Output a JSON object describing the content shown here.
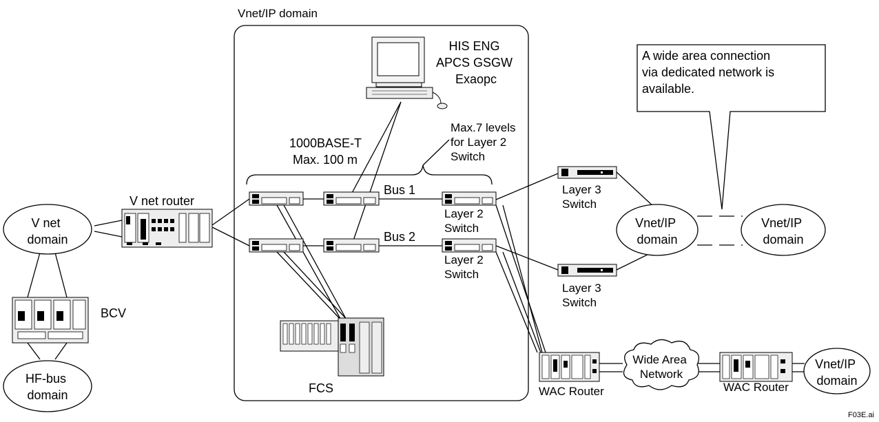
{
  "title": "Vnet/IP domain",
  "workstation": {
    "lines": [
      "HIS ENG",
      "APCS GSGW",
      "Exaopc"
    ]
  },
  "cable": {
    "lines": [
      "1000BASE-T",
      "Max. 100 m"
    ]
  },
  "levels_note": {
    "lines": [
      "Max.7 levels",
      "for Layer 2",
      "Switch"
    ]
  },
  "bus1": "Bus 1",
  "bus2": "Bus 2",
  "layer2_switch_1": [
    "Layer 2",
    "Switch"
  ],
  "layer2_switch_2": [
    "Layer 2",
    "Switch"
  ],
  "layer3_switch_1": [
    "Layer 3",
    "Switch"
  ],
  "layer3_switch_2": [
    "Layer 3",
    "Switch"
  ],
  "vnet_router": "V net router",
  "vnet_domain": [
    "V net",
    "domain"
  ],
  "bcv": "BCV",
  "hfbus_domain": [
    "HF-bus",
    "domain"
  ],
  "fcs": "FCS",
  "vnetip_domain_a": [
    "Vnet/IP",
    "domain"
  ],
  "vnetip_domain_b": [
    "Vnet/IP",
    "domain"
  ],
  "vnetip_domain_c": [
    "Vnet/IP",
    "domain"
  ],
  "callout": {
    "lines": [
      "A wide area connection",
      "via dedicated network is",
      "available."
    ]
  },
  "wan": [
    "Wide Area",
    "Network"
  ],
  "wac_router_1": "WAC Router",
  "wac_router_2": "WAC Router",
  "file_label": "F03E.ai"
}
